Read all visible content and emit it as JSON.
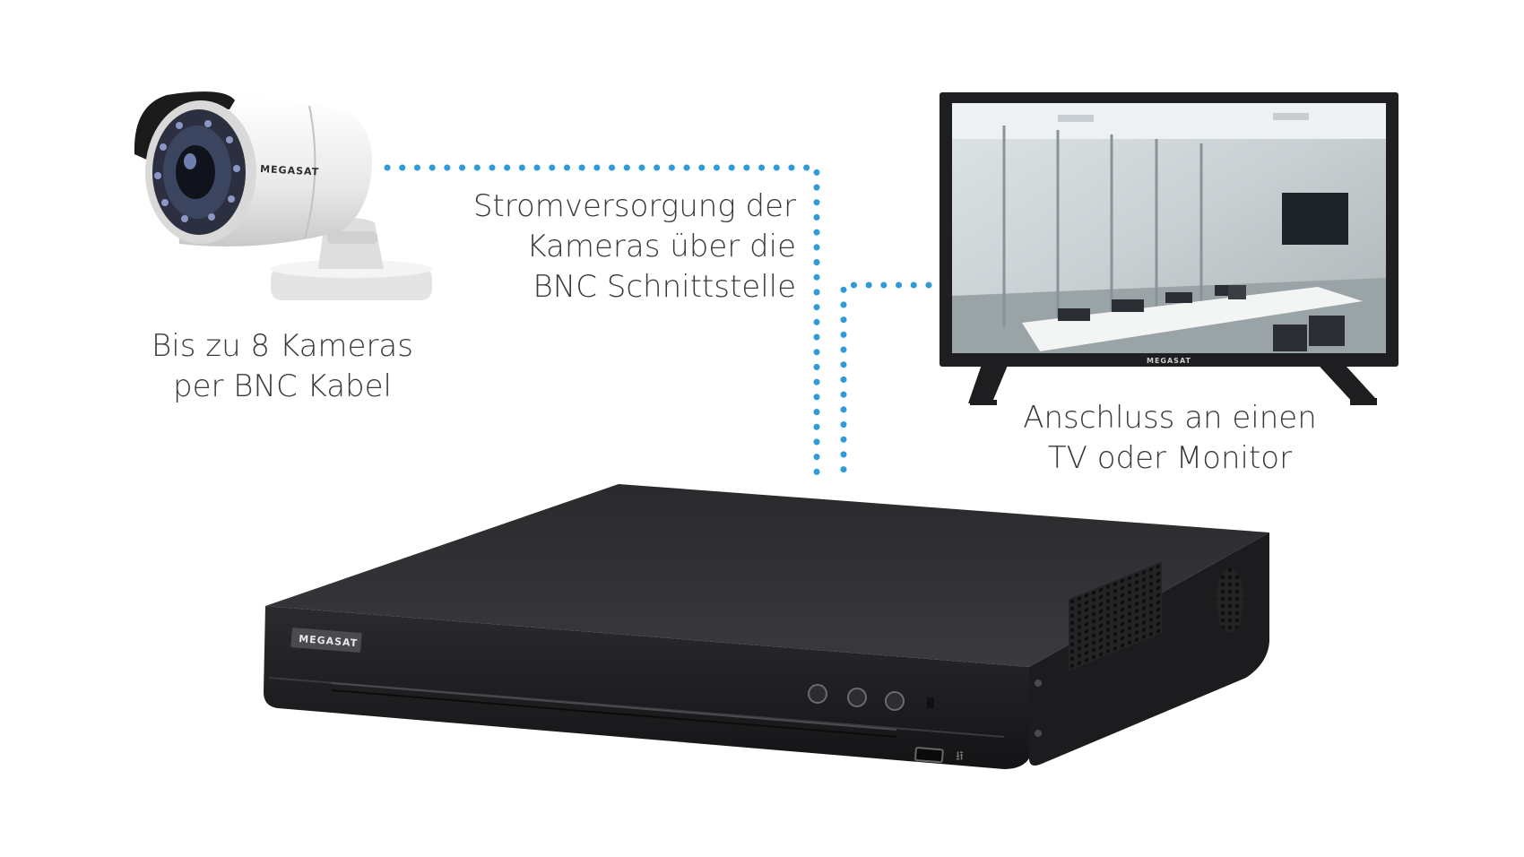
{
  "camera": {
    "brand": "MEGASAT",
    "caption": [
      "Bis zu 8 Kameras",
      "per BNC Kabel"
    ]
  },
  "power_note": {
    "lines": [
      "Stromversorgung der",
      "Kameras über die",
      "BNC Schnittstelle"
    ]
  },
  "monitor": {
    "brand": "MEGASAT",
    "caption": [
      "Anschluss an einen",
      "TV oder Monitor"
    ]
  },
  "recorder": {
    "brand": "MEGASAT"
  },
  "colors": {
    "connector": "#2f9bd8",
    "device_dark": "#1e1e20",
    "camera_white": "#f1f1f1",
    "text": "#3a3a3a"
  }
}
